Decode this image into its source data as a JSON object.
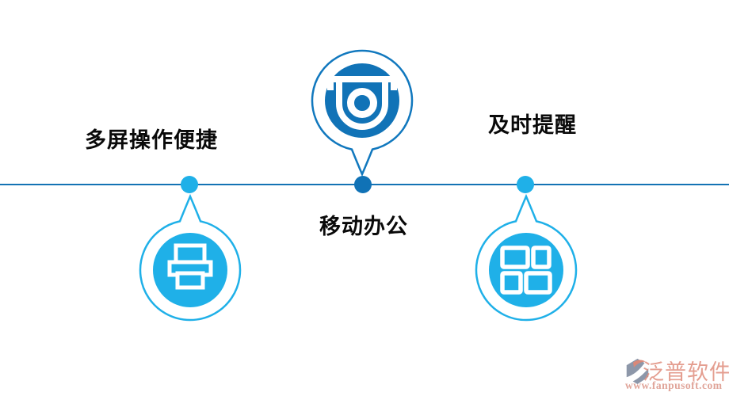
{
  "diagram": {
    "items": [
      {
        "position": "left",
        "label": "多屏操作便捷",
        "icon": "printer-icon",
        "accent": "#1fb0e8"
      },
      {
        "position": "center",
        "label": "移动办公",
        "icon": "surveillance-camera-icon",
        "accent": "#1173b7"
      },
      {
        "position": "right",
        "label": "及时提醒",
        "icon": "app-grid-icon",
        "accent": "#1fb0e8"
      }
    ],
    "colors": {
      "light_blue": "#1fb0e8",
      "dark_blue": "#1173b7",
      "timeline": "#1473b4",
      "label_text": "#0a0a0a"
    }
  },
  "watermark": {
    "brand": "泛普软件",
    "url": "www.fanpusoft.com",
    "brand_color": "#e08e7d",
    "icon_gray": "#8d97a9",
    "icon_coral": "#d98878"
  }
}
